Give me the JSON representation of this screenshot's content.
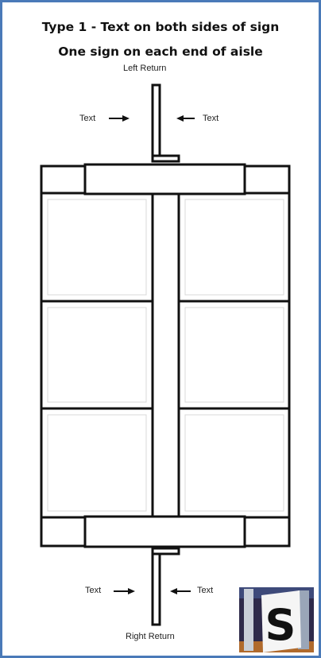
{
  "title_line1": "Type 1 - Text on both sides of sign",
  "title_line2": "One sign on each end of aisle",
  "left_return_label": "Left Return",
  "right_return_label": "Right Return",
  "top_text_left": "Text",
  "top_text_right": "Text",
  "bottom_text_left": "Text",
  "bottom_text_right": "Text",
  "logo_letter": "S",
  "colors": {
    "frame_border": "#4a7ab8",
    "line": "#111111",
    "logo_bg": "#2e2a4a",
    "logo_plate": "#f5f5f5",
    "logo_accent": "#b06a2c"
  }
}
